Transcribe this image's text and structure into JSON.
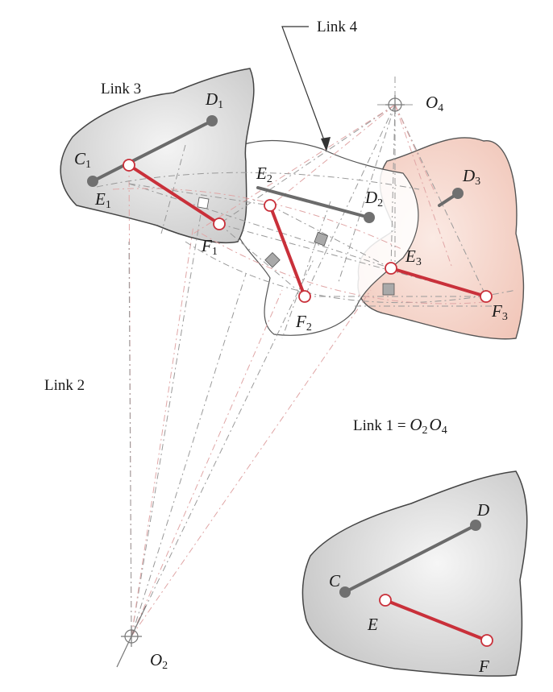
{
  "labels": {
    "link_4": "Link 4",
    "link_3": "Link 3",
    "link_2": "Link 2",
    "link_1_prefix": "Link 1 = ",
    "o_letter": "O",
    "o2_sub": "2",
    "o4_sub": "4"
  },
  "points": {
    "C1": {
      "letter": "C",
      "sub": "1"
    },
    "D1": {
      "letter": "D",
      "sub": "1"
    },
    "E1": {
      "letter": "E",
      "sub": "1"
    },
    "F1": {
      "letter": "F",
      "sub": "1"
    },
    "E2": {
      "letter": "E",
      "sub": "2"
    },
    "D2": {
      "letter": "D",
      "sub": "2"
    },
    "F2": {
      "letter": "F",
      "sub": "2"
    },
    "D3": {
      "letter": "D",
      "sub": "3"
    },
    "E3": {
      "letter": "E",
      "sub": "3"
    },
    "F3": {
      "letter": "F",
      "sub": "3"
    },
    "O2": {
      "letter": "O",
      "sub": "2"
    },
    "O4": {
      "letter": "O",
      "sub": "4"
    },
    "C": {
      "letter": "C"
    },
    "D": {
      "letter": "D"
    },
    "E": {
      "letter": "E"
    },
    "F": {
      "letter": "F"
    }
  },
  "colors": {
    "red_link": "#c9303a",
    "gray_link": "#6b6b6b",
    "body_gray": "#d8d8d8",
    "body_pink": "#f6d9d0",
    "construction": "#9a9a9a",
    "construction_pink": "#e0a6a6"
  }
}
